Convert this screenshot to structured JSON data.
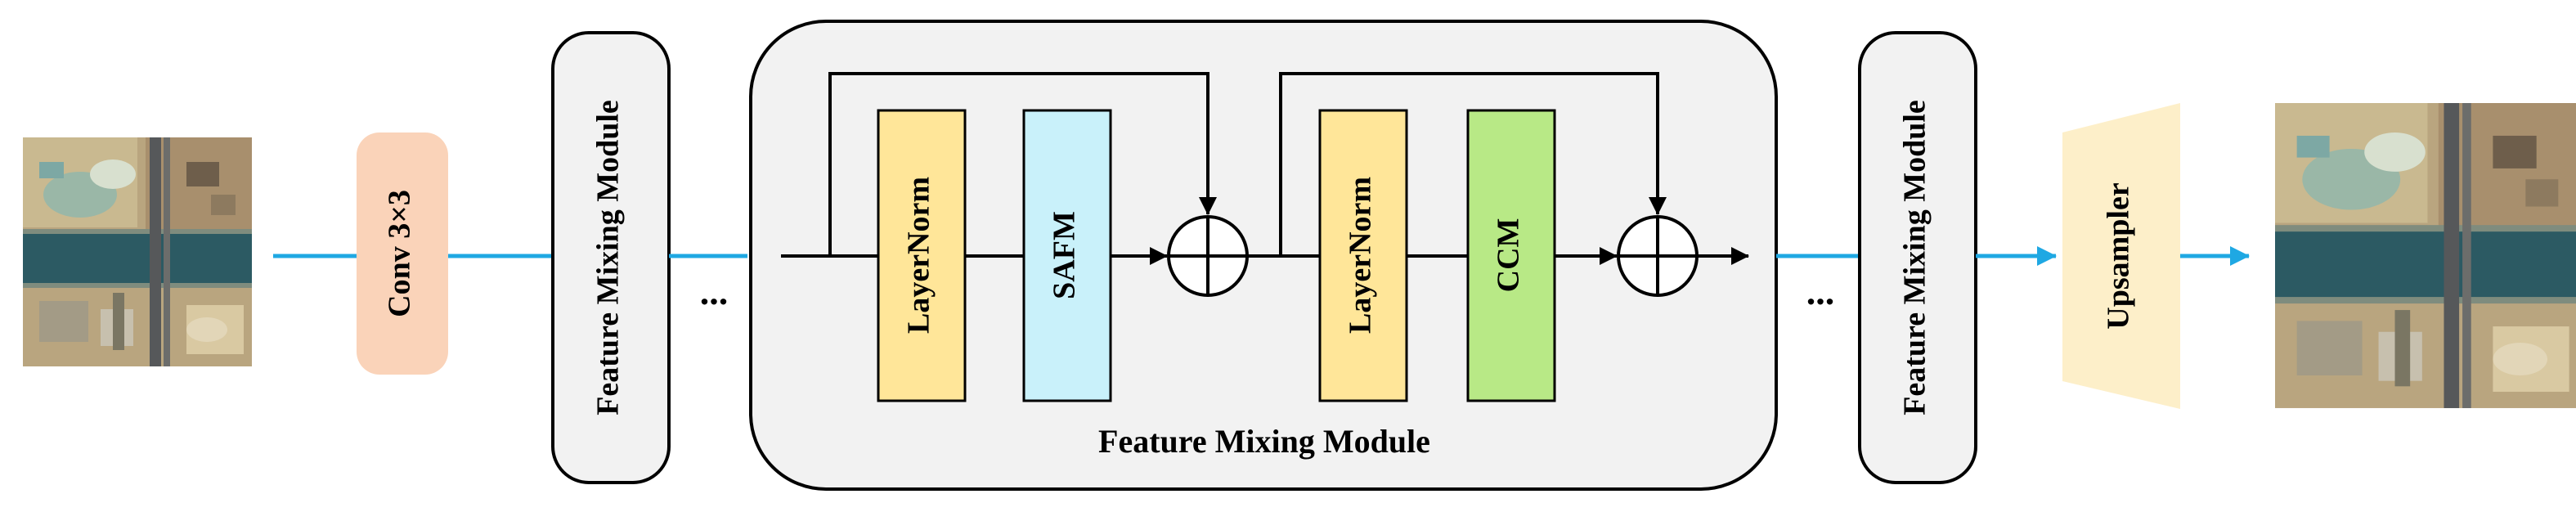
{
  "diagram": {
    "conv_label": "Conv 3×3",
    "fmm_left_label": "Feature Mixing Module",
    "fmm_right_label": "Feature Mixing Module",
    "fmm_detail_caption": "Feature Mixing Module",
    "layernorm1_label": "LayerNorm",
    "safm_label": "SAFM",
    "layernorm2_label": "LayerNorm",
    "ccm_label": "CCM",
    "upsampler_label": "Upsampler",
    "ellipsis_left": "...",
    "ellipsis_right": "...",
    "input_image": "low-resolution-satellite-image",
    "output_image": "super-resolved-satellite-image"
  },
  "colors": {
    "conv": "#FAD3B9",
    "layernorm": "#FFE699",
    "safm": "#C9F1FA",
    "ccm": "#B8E986",
    "upsampler": "#FDEFC9",
    "module_bg": "#F2F2F2",
    "flow_line": "#1FA8E3"
  }
}
